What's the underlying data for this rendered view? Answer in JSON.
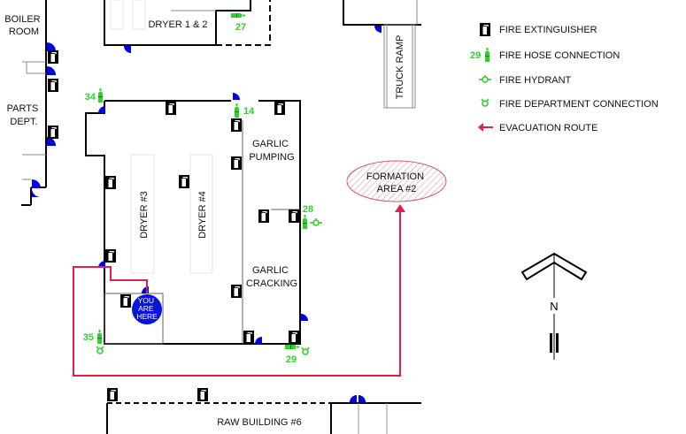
{
  "colors": {
    "wall": "#000000",
    "door": "#0000e6",
    "hose": "#2fd12f",
    "route": "#e0204a",
    "you_are_here": "#0a14d8"
  },
  "rooms": {
    "boiler_room": [
      "BOILER",
      "ROOM"
    ],
    "parts_dept": [
      "PARTS",
      "DEPT."
    ],
    "dryer_1_2": "DRYER 1 & 2",
    "dryer_3": "DRYER #3",
    "dryer_4": "DRYER #4",
    "garlic_pumping": [
      "GARLIC",
      "PUMPING"
    ],
    "garlic_cracking": [
      "GARLIC",
      "CRACKING"
    ],
    "truck_ramp": "TRUCK RAMP",
    "raw_building_6": "RAW BUILDING #6"
  },
  "formation_area": [
    "FORMATION",
    "AREA #2"
  ],
  "you_are_here": [
    "YOU",
    "ARE",
    "HERE"
  ],
  "hose_connections": [
    "27",
    "34",
    "14",
    "28",
    "35",
    "29"
  ],
  "compass": {
    "label": "N"
  },
  "legend": {
    "items": [
      {
        "icon": "fire-extinguisher-icon",
        "label": "FIRE EXTINGUISHER"
      },
      {
        "icon": "fire-hose-connection-icon",
        "number": "29",
        "label": "FIRE HOSE CONNECTION"
      },
      {
        "icon": "fire-hydrant-icon",
        "label": "FIRE HYDRANT"
      },
      {
        "icon": "fire-department-connection-icon",
        "label": "FIRE DEPARTMENT CONNECTION"
      },
      {
        "icon": "evacuation-route-icon",
        "label": "EVACUATION ROUTE"
      }
    ]
  }
}
